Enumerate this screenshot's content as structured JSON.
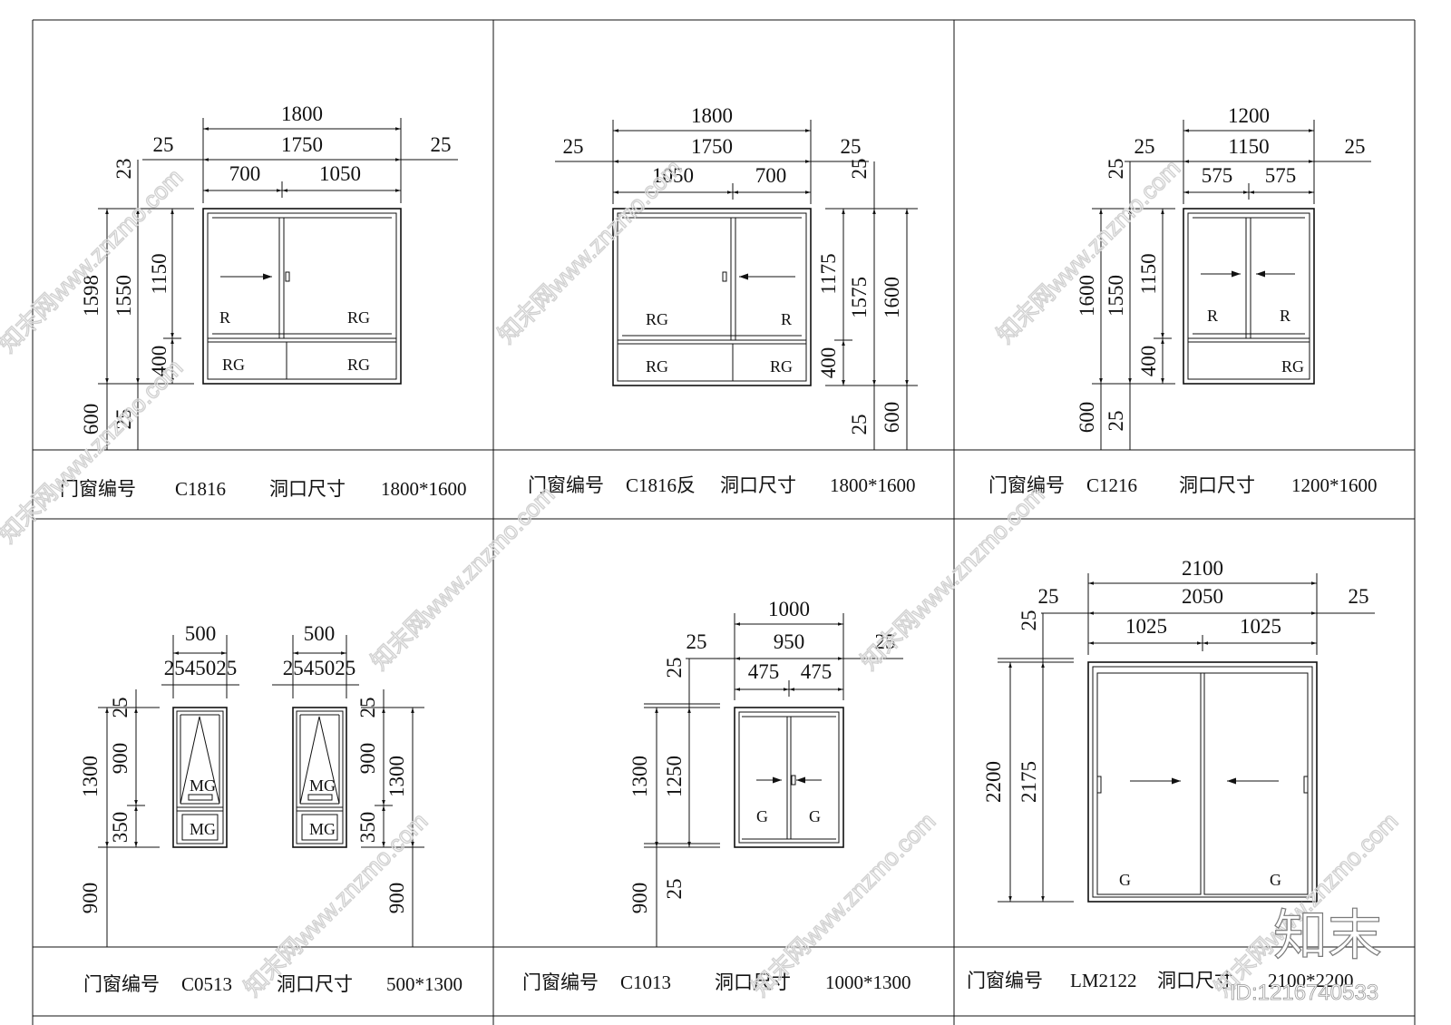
{
  "watermark": {
    "text": "知末网www.znzmo.com",
    "brand": "知末",
    "id": "ID:1216740533"
  },
  "caption_labels": {
    "code": "门窗编号",
    "size": "洞口尺寸"
  },
  "panels": [
    {
      "code": "C1816",
      "size": "1800*1600",
      "top_dims": [
        "1800",
        "25",
        "1750",
        "25",
        "700",
        "1050"
      ],
      "left_dims": [
        "23",
        "1598",
        "1550",
        "1150",
        "400",
        "600",
        "25"
      ],
      "cells": [
        "R",
        "RG",
        "RG",
        "RG"
      ]
    },
    {
      "code": "C1816反",
      "size": "1800*1600",
      "top_dims": [
        "1800",
        "25",
        "1750",
        "25",
        "1050",
        "700"
      ],
      "right_dims": [
        "25",
        "1175",
        "1575",
        "1600",
        "400",
        "25",
        "600"
      ],
      "cells": [
        "RG",
        "R",
        "RG",
        "RG"
      ]
    },
    {
      "code": "C1216",
      "size": "1200*1600",
      "top_dims": [
        "1200",
        "25",
        "1150",
        "25",
        "575",
        "575"
      ],
      "left_dims": [
        "25",
        "1600",
        "1550",
        "1150",
        "400",
        "600",
        "25"
      ],
      "cells": [
        "R",
        "R",
        "RG"
      ]
    },
    {
      "code": "C0513",
      "size": "500*1300",
      "top_dims": [
        "500",
        "2545025"
      ],
      "side_dims": [
        "25",
        "1300",
        "900",
        "350",
        "900"
      ],
      "cells": [
        "MG",
        "MG"
      ]
    },
    {
      "code": "C1013",
      "size": "1000*1300",
      "top_dims": [
        "1000",
        "25",
        "950",
        "25",
        "475",
        "475"
      ],
      "left_dims": [
        "25",
        "1300",
        "1250",
        "900",
        "25"
      ],
      "cells": [
        "G",
        "G"
      ]
    },
    {
      "code": "LM2122",
      "size": "2100*2200",
      "top_dims": [
        "2100",
        "25",
        "2050",
        "25",
        "1025",
        "1025"
      ],
      "left_dims": [
        "25",
        "2200",
        "2175"
      ],
      "cells": [
        "G",
        "G"
      ]
    }
  ]
}
